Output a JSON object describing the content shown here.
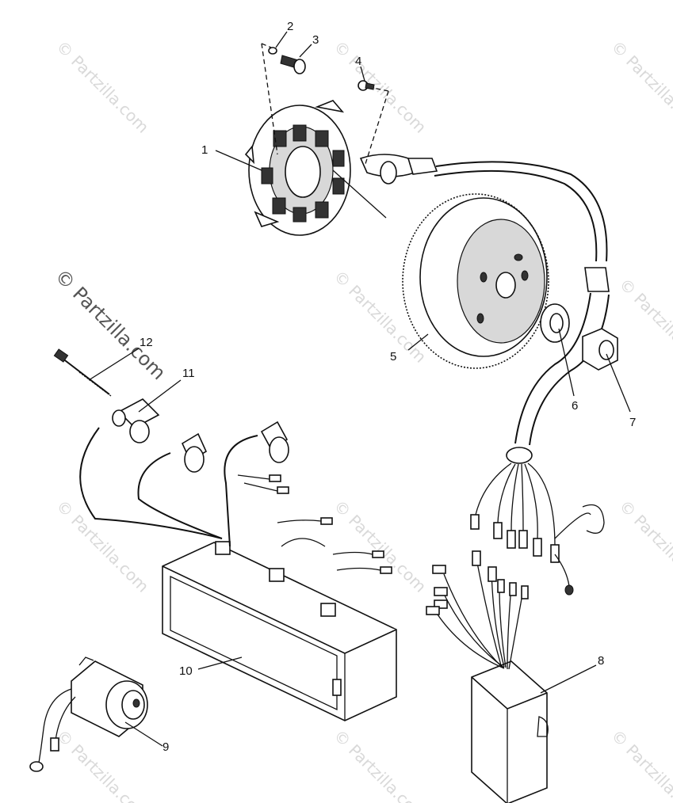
{
  "diagram": {
    "callouts": [
      "1",
      "2",
      "3",
      "4",
      "5",
      "6",
      "7",
      "8",
      "9",
      "10",
      "11",
      "12"
    ],
    "watermark_main": "© Partzilla.com",
    "watermark_repeat": "© Partzilla.com"
  },
  "parts": {
    "stator": "stator-assembly",
    "washer": "lock-washer",
    "stator_screw": "stator-screw",
    "pickup_screw": "pickup-screw",
    "flywheel": "flywheel",
    "washer_flat": "flywheel-washer",
    "nut": "flywheel-nut",
    "cdi_box": "cdi-module",
    "solenoid": "starter-solenoid",
    "coil": "ignition-coil",
    "plug_cap": "spark-plug-cap",
    "tie": "cable-tie"
  }
}
